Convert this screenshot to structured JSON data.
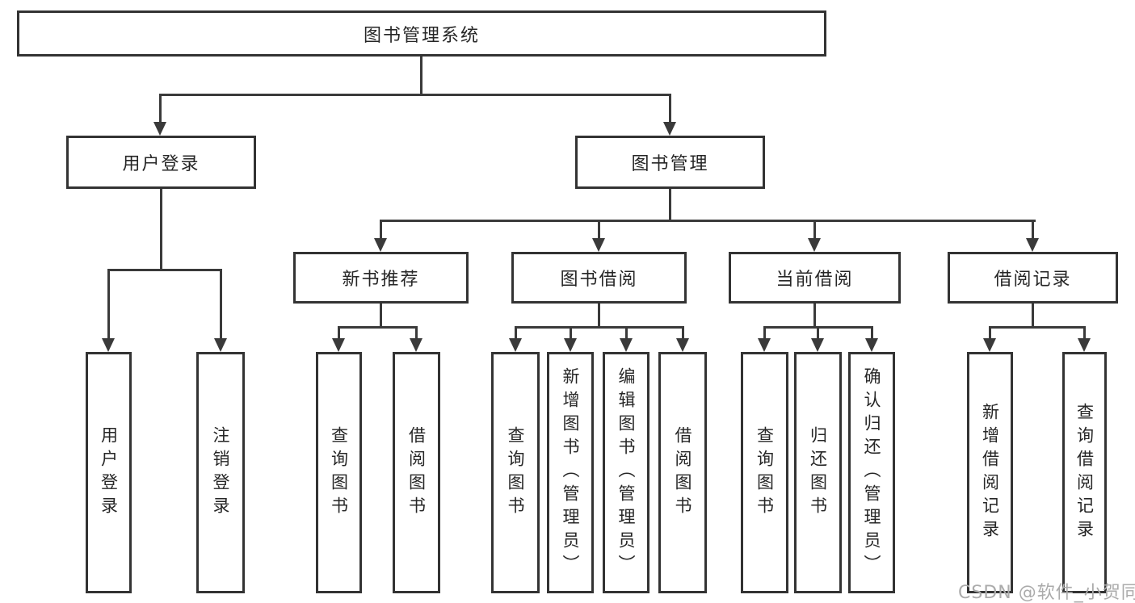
{
  "diagram": {
    "root": {
      "label": "图书管理系统"
    },
    "branches": [
      {
        "label": "用户登录",
        "children": [
          {
            "label": "用户登录"
          },
          {
            "label": "注销登录"
          }
        ]
      },
      {
        "label": "图书管理",
        "children": [
          {
            "label": "新书推荐",
            "children": [
              {
                "label": "查询图书"
              },
              {
                "label": "借阅图书"
              }
            ]
          },
          {
            "label": "图书借阅",
            "children": [
              {
                "label": "查询图书"
              },
              {
                "label": "新增图书（管理员）"
              },
              {
                "label": "编辑图书（管理员）"
              },
              {
                "label": "借阅图书"
              }
            ]
          },
          {
            "label": "当前借阅",
            "children": [
              {
                "label": "查询图书"
              },
              {
                "label": "归还图书"
              },
              {
                "label": "确认归还（管理员）"
              }
            ]
          },
          {
            "label": "借阅记录",
            "children": [
              {
                "label": "新增借阅记录"
              },
              {
                "label": "查询借阅记录"
              }
            ]
          }
        ]
      }
    ]
  },
  "watermark": {
    "text": "CSDN @软件_小贺同学"
  },
  "colors": {
    "line": "#3a3a3a",
    "box_border": "#333333",
    "text": "#262626",
    "watermark": "#ababab",
    "background": "#ffffff"
  }
}
